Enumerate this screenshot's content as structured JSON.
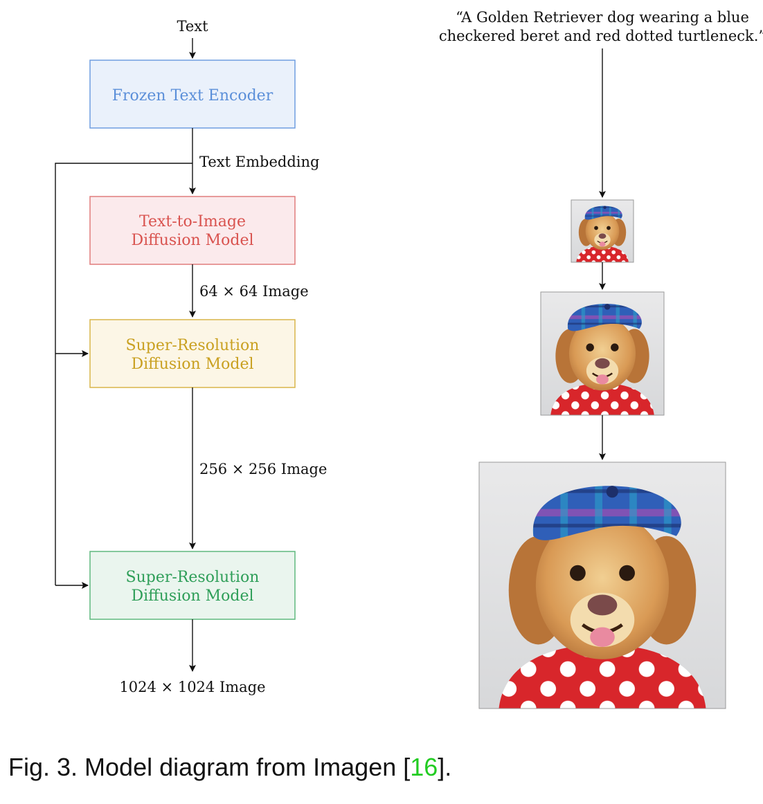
{
  "diagram": {
    "input_label": "Text",
    "prompt_line1": "“A Golden Retriever dog wearing a blue",
    "prompt_line2": "checkered beret and red dotted turtleneck.”",
    "edge_text_embedding": "Text Embedding",
    "edge_64": "64 × 64 Image",
    "edge_256": "256 × 256 Image",
    "output_label": "1024 × 1024 Image",
    "boxes": [
      {
        "line1": "Frozen Text Encoder",
        "line2": "",
        "fill": "#eaf1fb",
        "stroke": "#6f9de0",
        "text": "#5b8fd9"
      },
      {
        "line1": "Text-to-Image",
        "line2": "Diffusion Model",
        "fill": "#fbeaec",
        "stroke": "#e07c7c",
        "text": "#d9534f"
      },
      {
        "line1": "Super-Resolution",
        "line2": "Diffusion Model",
        "fill": "#fcf6e6",
        "stroke": "#d9b54a",
        "text": "#c9a020"
      },
      {
        "line1": "Super-Resolution",
        "line2": "Diffusion Model",
        "fill": "#eaf5ee",
        "stroke": "#5fb87f",
        "text": "#2e9e58"
      }
    ]
  },
  "caption": {
    "prefix": "Fig. 3. Model diagram from Imagen [",
    "ref": "16",
    "suffix": "]."
  }
}
